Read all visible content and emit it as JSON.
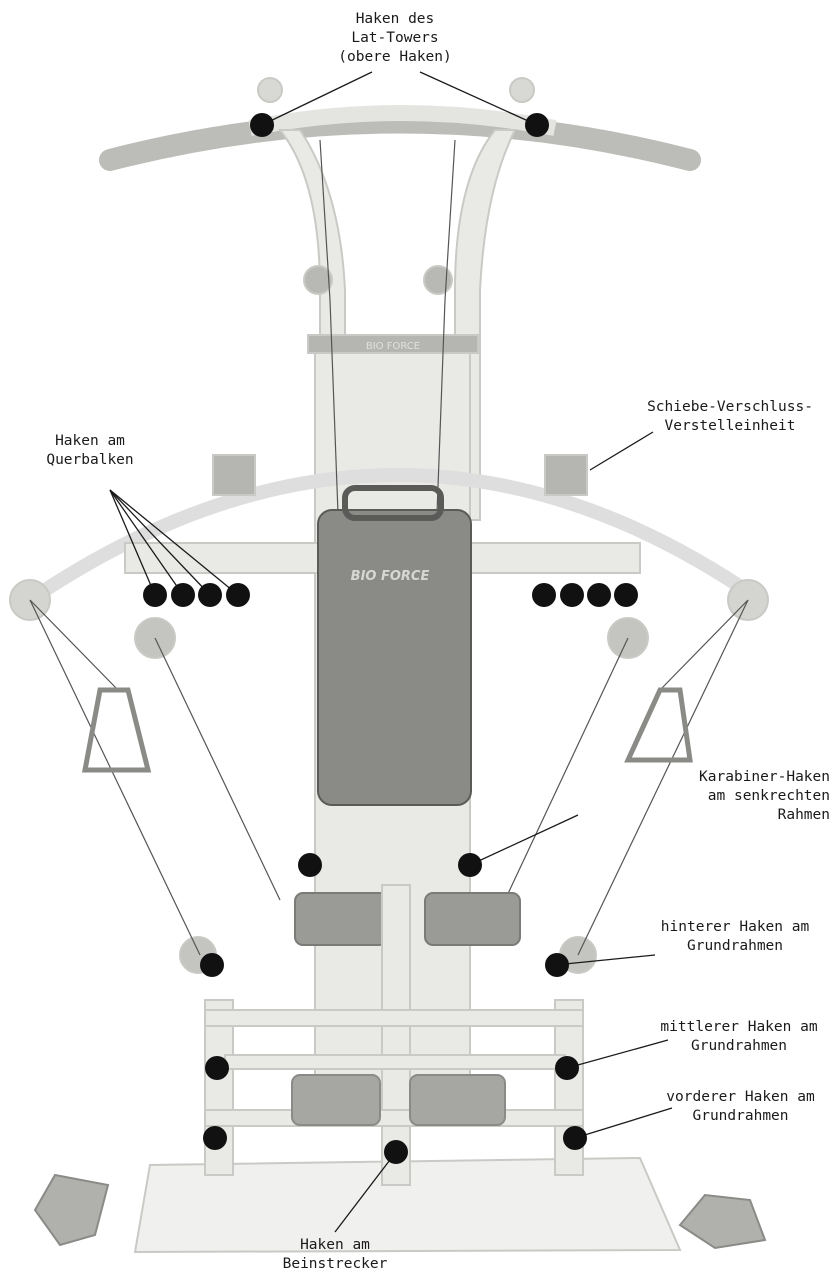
{
  "machine": {
    "seat_logo": "BIO FORCE",
    "tower_band": "BIO FORCE"
  },
  "colors": {
    "frame": "#e9e9e6",
    "frame_edge": "#c9c9c5",
    "pad": "#9a9a97",
    "pad_dark": "#5a5a58",
    "marker": "#111111",
    "cable": "#555555"
  },
  "labels": {
    "lat_tower": [
      "Haken des",
      "Lat-Towers",
      "(obere Haken)"
    ],
    "crossbar": [
      "Haken am",
      "Querbalken"
    ],
    "slide_lock": [
      "Schiebe-Verschluss-",
      "Verstelleinheit"
    ],
    "carabiner": [
      "Karabiner-Haken",
      "am senkrechten",
      "Rahmen"
    ],
    "rear_base": [
      "hinterer Haken am",
      "Grundrahmen"
    ],
    "middle_base": [
      "mittlerer Haken am",
      "Grundrahmen"
    ],
    "front_base": [
      "vorderer Haken am",
      "Grundrahmen"
    ],
    "leg_extension": [
      "Haken am",
      "Beinstrecker"
    ]
  }
}
